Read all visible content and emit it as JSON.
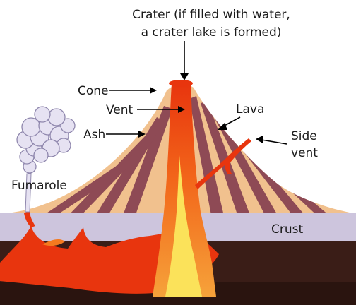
{
  "labels": {
    "crater_line1": "Crater (if filled with water,",
    "crater_line2": "a crater lake is formed)",
    "cone": "Cone",
    "vent": "Vent",
    "lava": "Lava",
    "ash": "Ash",
    "side_vent_line1": "Side",
    "side_vent_line2": "vent",
    "fumarole": "Fumarole",
    "crust": "Crust"
  },
  "colors": {
    "ash_layer": "#f1c18e",
    "lava_layer": "#8e4a55",
    "magma_red": "#e8350e",
    "magma_orange": "#f47a1f",
    "magma_yellow": "#fbe25a",
    "crust": "#cdc5dd",
    "mantle": "#3a1d17",
    "steam": "#e6e2f2"
  }
}
